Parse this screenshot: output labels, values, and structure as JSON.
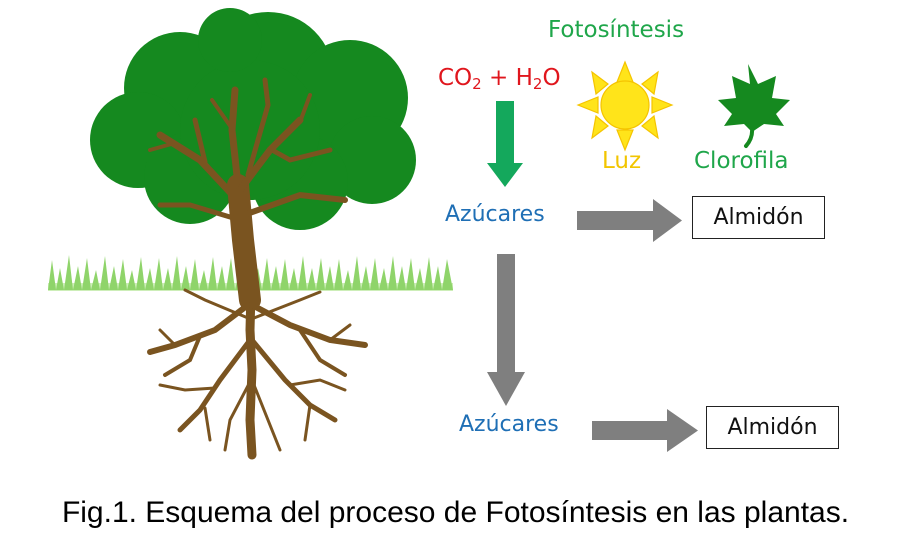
{
  "diagram": {
    "title": "Fotosíntesis",
    "formula": {
      "co": "CO",
      "co_sub": "2",
      "plus": " + H",
      "h_sub": "2",
      "o": "O"
    },
    "light_label": "Luz",
    "chlorophyll_label": "Clorofila",
    "sugars_top": "Azúcares",
    "sugars_bottom": "Azúcares",
    "starch_top": "Almidón",
    "starch_bottom": "Almidón",
    "caption": "Fig.1. Esquema del proceso de Fotosíntesis en las plantas."
  },
  "colors": {
    "title": "#1fa64a",
    "formula": "#e0161d",
    "luz": "#f2c500",
    "clorofila": "#1fa64a",
    "azucares": "#1f6fb5",
    "canopy": "#15891f",
    "trunk": "#7a5420",
    "grass": "#8fd46a",
    "sun": "#ffe41a",
    "arrow_green": "#14a85c",
    "arrow_gray": "#7f7f7f"
  },
  "icons": [
    "tree-illustration",
    "sun-icon",
    "leaf-icon"
  ]
}
